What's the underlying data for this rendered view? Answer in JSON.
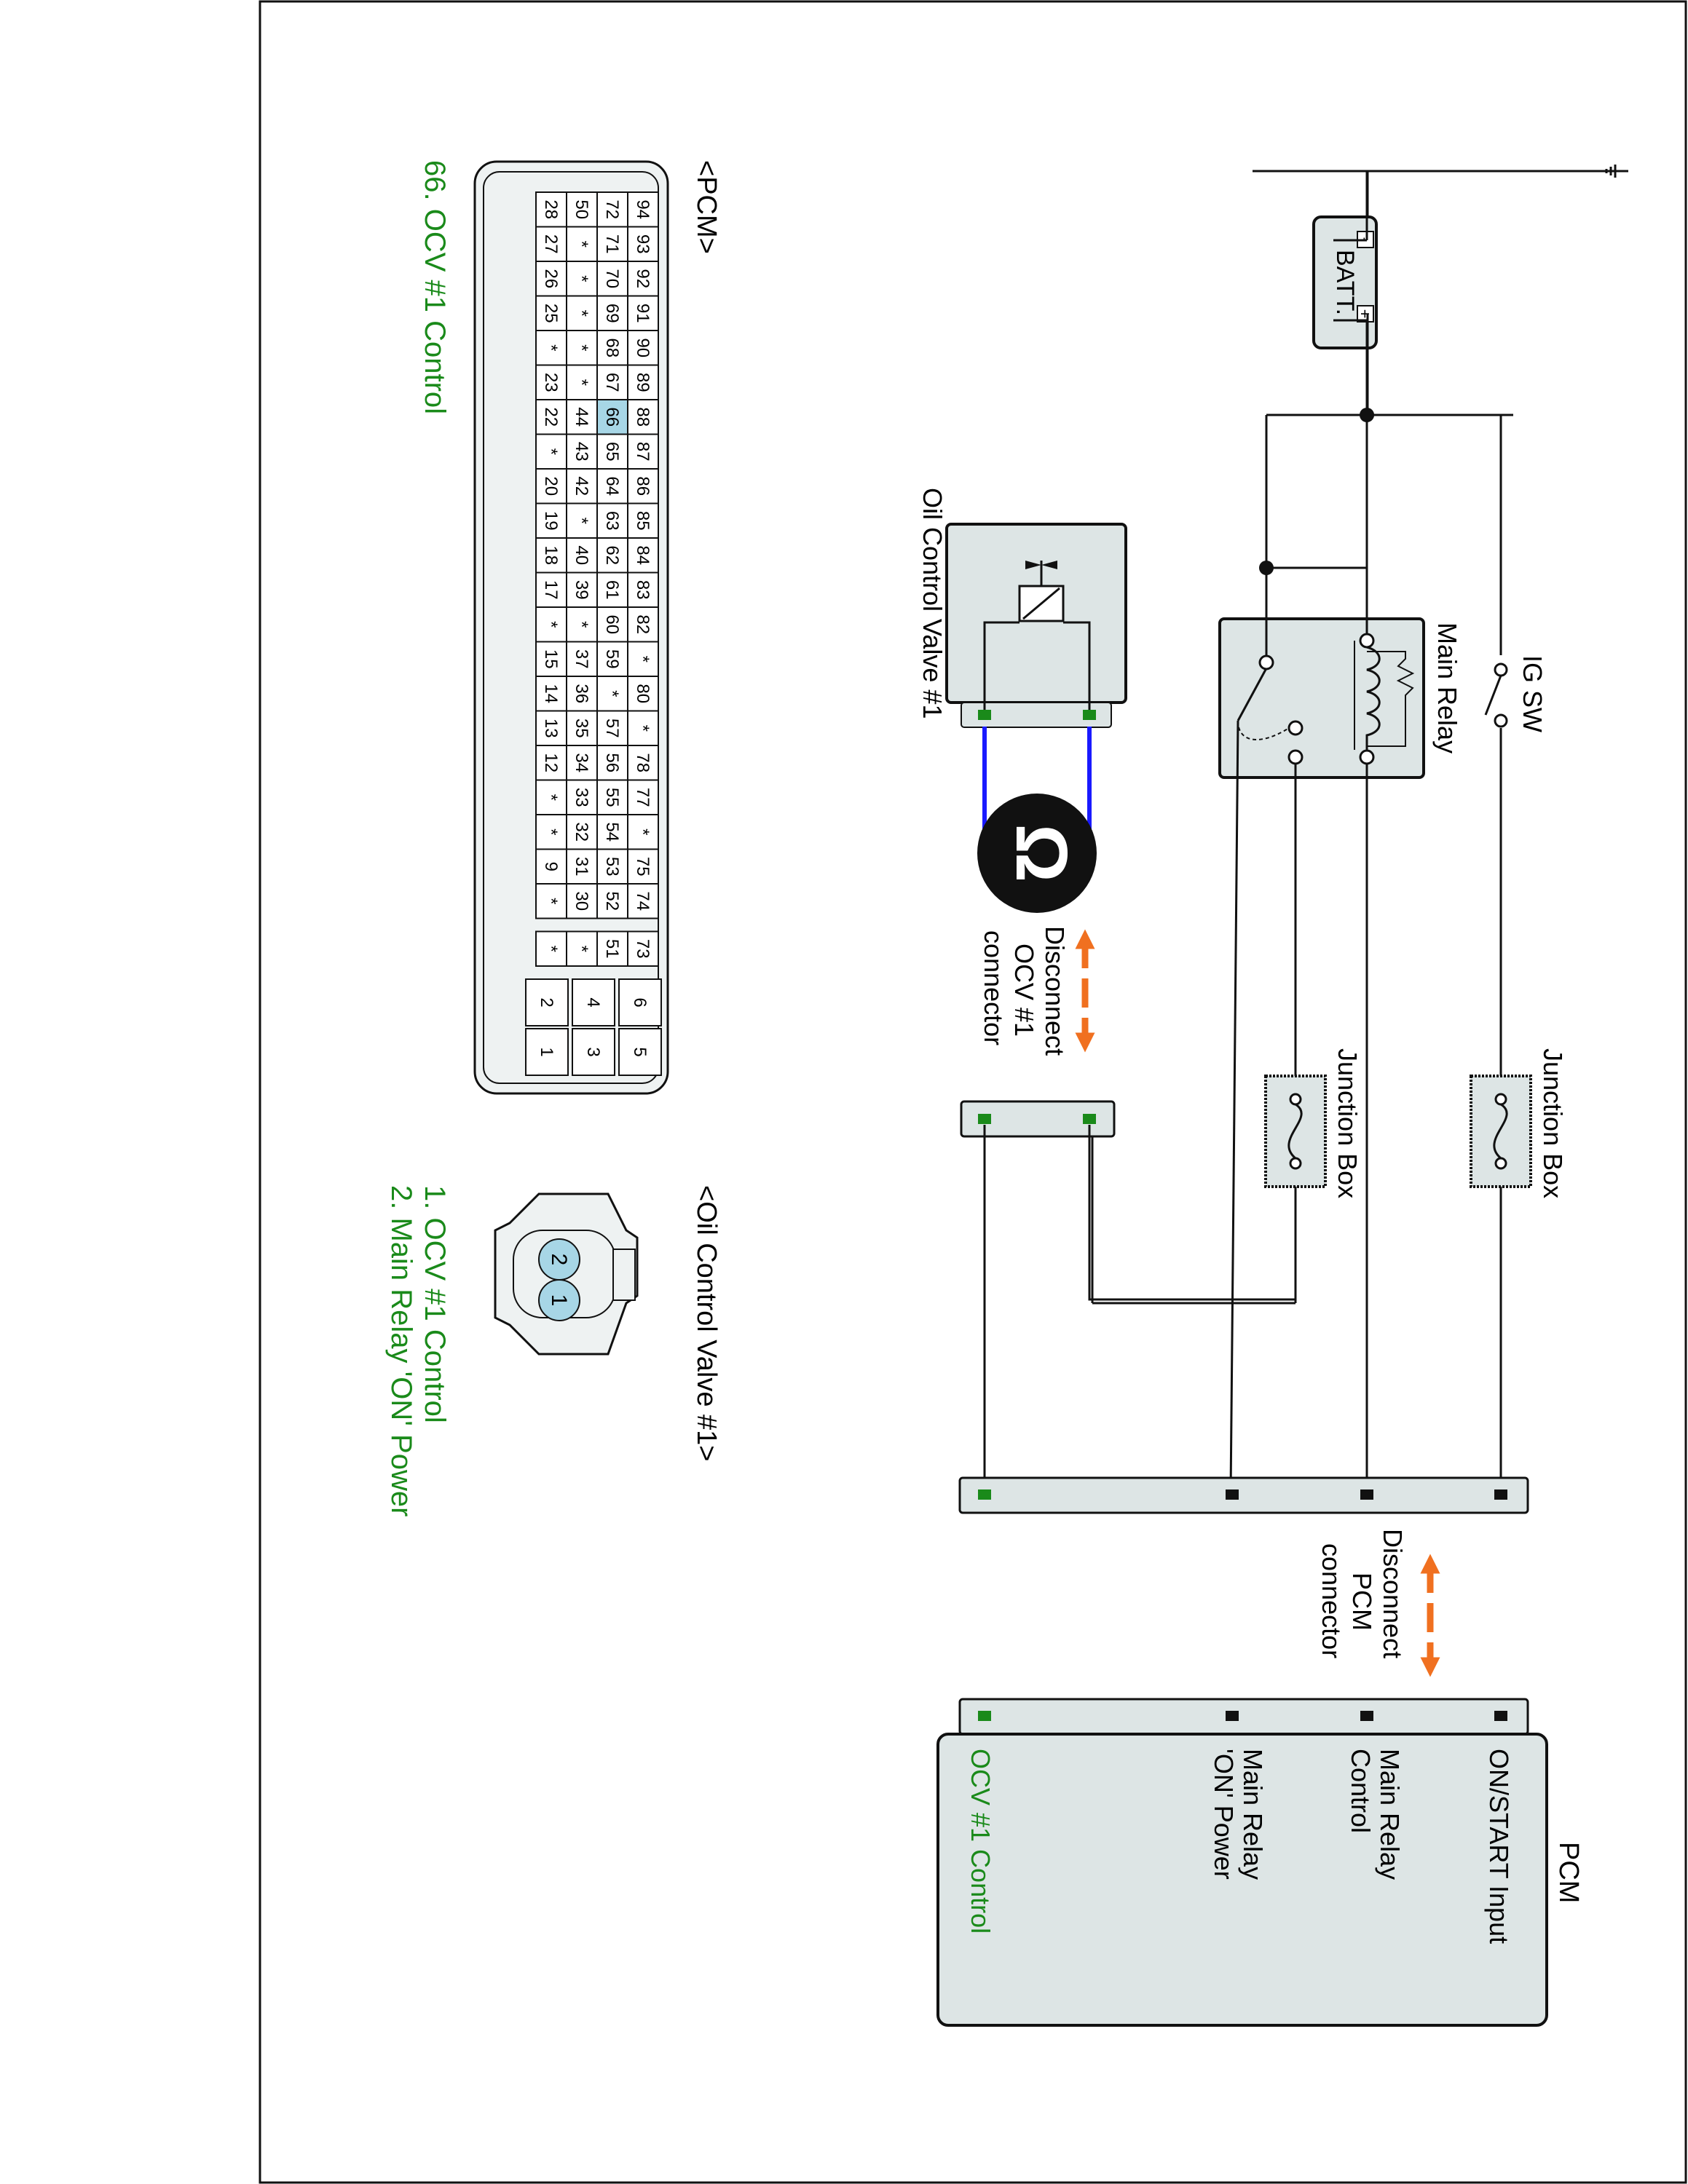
{
  "colors": {
    "wire": "#111111",
    "ohm_wire": "#1a1aff",
    "pin_green": "#1a8a1a",
    "pin_black": "#111111",
    "arrow": "#f07020",
    "label_green": "#1a8a1a",
    "panel_fill": "#dde5e5",
    "pin_highlight": "#a7d6e6"
  },
  "power": {
    "battery_label": "BATT.",
    "battery_plus": "+",
    "battery_minus": "-",
    "ground_icon": "ground-icon",
    "ignition_switch": "IG SW"
  },
  "main_relay": {
    "label": "Main Relay"
  },
  "junction_boxes": [
    "Junction Box",
    "Junction Box"
  ],
  "ocv": {
    "label": "Oil Control Valve #1",
    "disconnect_lines": [
      "Disconnect",
      "OCV #1",
      "connector"
    ],
    "meter_symbol": "Ω",
    "meter_icon": "ohmmeter-icon"
  },
  "pcm_disconnect": {
    "lines": [
      "Disconnect",
      "PCM",
      "connector"
    ]
  },
  "pcm_box": {
    "title": "PCM",
    "pins": [
      {
        "lines": [
          "ON/START Input"
        ]
      },
      {
        "lines": [
          "Main Relay",
          "Control"
        ]
      },
      {
        "lines": [
          "Main Relay",
          "'ON' Power"
        ]
      },
      {
        "lines": [
          "OCV #1 Control"
        ],
        "highlight": true
      }
    ]
  },
  "pcm_connector": {
    "title": "<PCM>",
    "caption": "66. OCV #1 Control",
    "highlight_pin": "66",
    "rows": [
      [
        "94",
        "93",
        "92",
        "91",
        "90",
        "89",
        "88",
        "87",
        "86",
        "85",
        "84",
        "83",
        "82",
        "*",
        "80",
        "*",
        "78",
        "77",
        "*",
        "75",
        "74",
        "73"
      ],
      [
        "72",
        "71",
        "70",
        "69",
        "68",
        "67",
        "66",
        "65",
        "64",
        "63",
        "62",
        "61",
        "60",
        "59",
        "*",
        "57",
        "56",
        "55",
        "54",
        "53",
        "52",
        "51"
      ],
      [
        "50",
        "*",
        "*",
        "*",
        "*",
        "*",
        "44",
        "43",
        "42",
        "*",
        "40",
        "39",
        "*",
        "37",
        "36",
        "35",
        "34",
        "33",
        "32",
        "31",
        "30",
        "*"
      ],
      [
        "28",
        "27",
        "26",
        "25",
        "*",
        "23",
        "22",
        "*",
        "20",
        "19",
        "18",
        "17",
        "*",
        "15",
        "14",
        "13",
        "12",
        "*",
        "*",
        "9",
        "*",
        "*"
      ]
    ],
    "small_pins": [
      [
        "6",
        "5"
      ],
      [
        "4",
        "3"
      ],
      [
        "2",
        "1"
      ]
    ]
  },
  "ocv_connector": {
    "title": "<Oil Control Valve #1>",
    "pins": [
      "2",
      "1"
    ],
    "captions": [
      "1. OCV #1 Control",
      "2. Main Relay 'ON' Power"
    ]
  }
}
